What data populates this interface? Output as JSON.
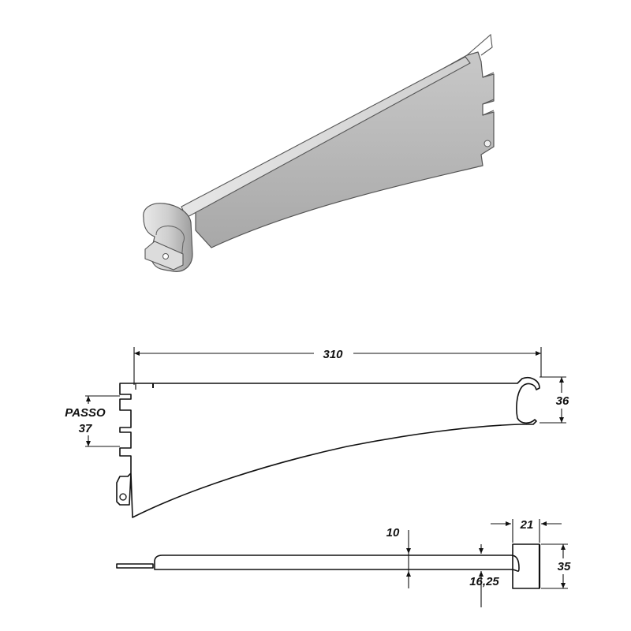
{
  "dimensions": {
    "length": "310",
    "pitch_label": "PASSO",
    "pitch_value": "37",
    "hook_height": "36",
    "thickness": "10",
    "offset": "16,25",
    "clip_width": "21",
    "clip_height": "35"
  },
  "colors": {
    "line": "#111111",
    "metal_light": "#d9d9d9",
    "metal_mid": "#b9b9b9",
    "metal_dark": "#9a9a9a",
    "background": "#ffffff"
  }
}
